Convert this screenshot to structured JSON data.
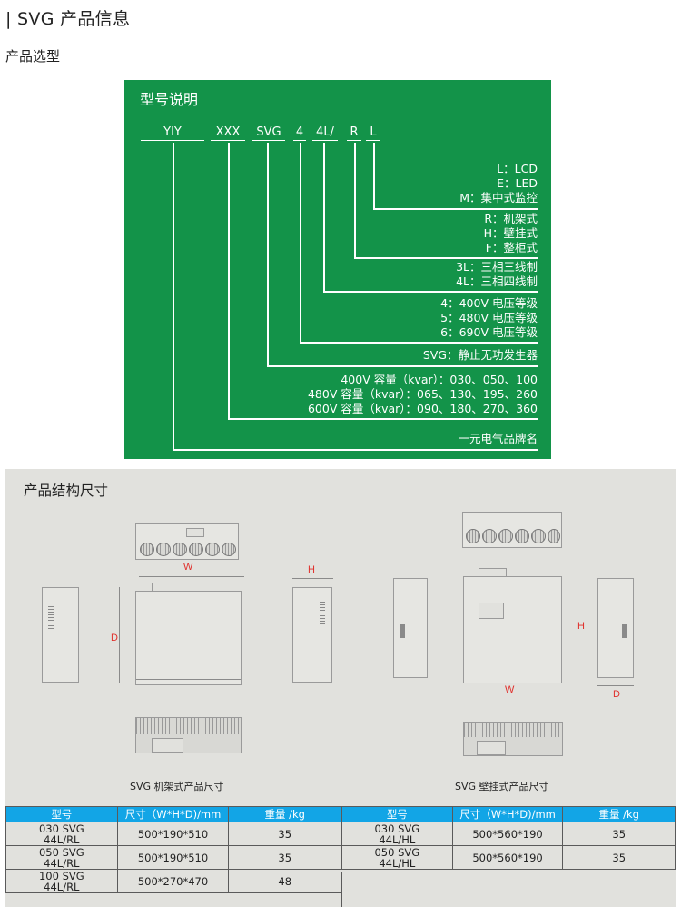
{
  "header": {
    "title": "| SVG 产品信息",
    "subtitle": "产品选型"
  },
  "model_panel": {
    "title": "型号说明",
    "code_segments": [
      "YIY",
      "XXX",
      "SVG",
      "4",
      "4L/",
      "R",
      "L"
    ],
    "groups": [
      {
        "segment": "L",
        "lines": [
          "L：LCD",
          "E：LED",
          "M：集中式监控"
        ]
      },
      {
        "segment": "R",
        "lines": [
          "R：机架式",
          "H：壁挂式",
          "F：整柜式"
        ]
      },
      {
        "segment": "4L/",
        "lines": [
          "3L：三相三线制",
          "4L：三相四线制"
        ]
      },
      {
        "segment": "4",
        "lines": [
          "4：400V 电压等级",
          "5：480V 电压等级",
          "6：690V 电压等级"
        ]
      },
      {
        "segment": "SVG",
        "lines": [
          "SVG：静止无功发生器"
        ]
      },
      {
        "segment": "XXX",
        "lines": [
          "400V 容量（kvar）：030、050、100",
          "480V 容量（kvar）：065、130、195、260",
          "600V 容量（kvar）：090、180、270、360"
        ]
      },
      {
        "segment": "YIY",
        "lines": [
          "一元电气品牌名"
        ]
      }
    ],
    "colors": {
      "background": "#139349",
      "foreground": "#ffffff"
    }
  },
  "structure_panel": {
    "title": "产品结构尺寸",
    "rack": {
      "caption": "SVG 机架式产品尺寸",
      "dim_labels": {
        "w": "W",
        "h": "H",
        "d": "D"
      }
    },
    "wall": {
      "caption": "SVG 壁挂式产品尺寸",
      "dim_labels": {
        "w": "W",
        "h": "H",
        "d": "D"
      }
    },
    "colors": {
      "background": "#e1e1dd",
      "dim_label": "#e0302c"
    }
  },
  "tables": {
    "header_color": "#12a5e6",
    "rack": {
      "headers": [
        "型号",
        "尺寸（W*H*D)/mm",
        "重量 /kg"
      ],
      "rows": [
        {
          "model_l1": "030 SVG",
          "model_l2": "44L/RL",
          "size": "500*190*510",
          "weight": "35"
        },
        {
          "model_l1": "050 SVG",
          "model_l2": "44L/RL",
          "size": "500*190*510",
          "weight": "35"
        },
        {
          "model_l1": "100 SVG",
          "model_l2": "44L/RL",
          "size": "500*270*470",
          "weight": "48"
        }
      ]
    },
    "wall": {
      "headers": [
        "型号",
        "尺寸（W*H*D)/mm",
        "重量 /kg"
      ],
      "rows": [
        {
          "model_l1": "030 SVG",
          "model_l2": "44L/HL",
          "size": "500*560*190",
          "weight": "35"
        },
        {
          "model_l1": "050 SVG",
          "model_l2": "44L/HL",
          "size": "500*560*190",
          "weight": "35"
        }
      ]
    }
  }
}
